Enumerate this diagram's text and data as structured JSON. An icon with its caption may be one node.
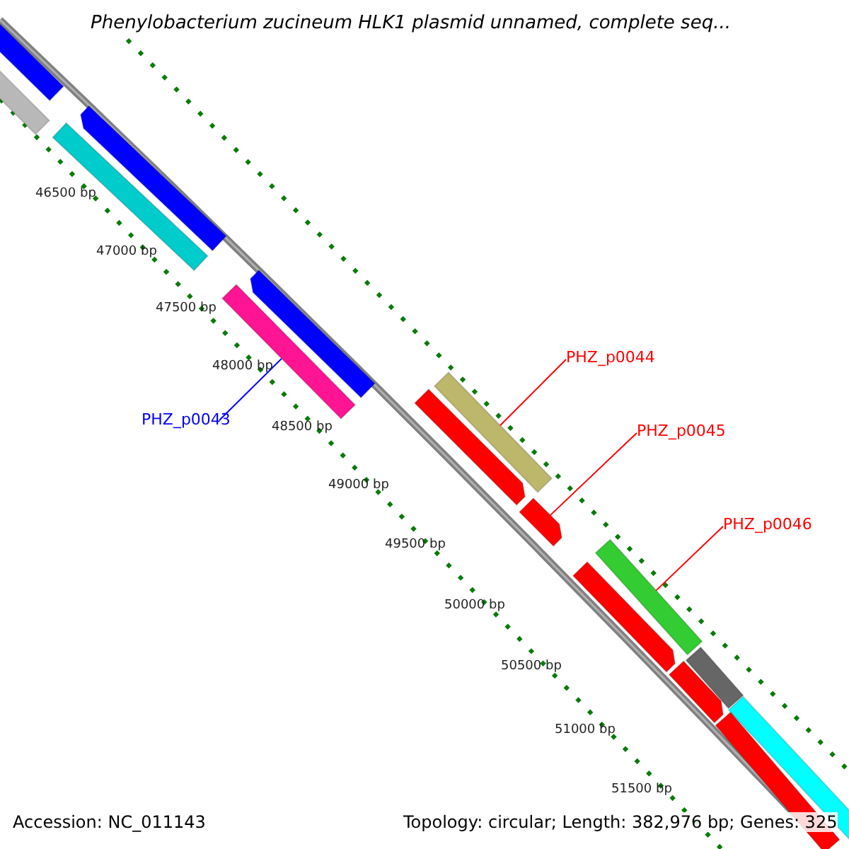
{
  "diagram": {
    "title": "Phenylobacterium zucineum HLK1 plasmid unnamed, complete seq...",
    "nodes": [
      {
        "text": [
          "PHZ_p0043"
        ]
      },
      {
        "text": [],
        "shape": "bar"
      },
      {
        "text": [
          "PHZ_p0044"
        ]
      },
      {
        "text": [],
        "shape": "bar"
      },
      {
        "text": [
          "PHZ_p0045"
        ]
      },
      {
        "text": [],
        "shape": "arrow"
      },
      {
        "text": [
          "PHZ_p0046"
        ]
      },
      {
        "text": [],
        "shape": "bar"
      },
      {
        "text": [],
        "shape": "bar"
      },
      {
        "text": [],
        "shape": "bar"
      },
      {
        "text": [],
        "shape": "arrow"
      },
      {
        "text": [],
        "shape": "bar"
      },
      {
        "text": [],
        "shape": "arrow"
      },
      {
        "text": [],
        "shape": "arrow"
      },
      {
        "text": [],
        "shape": "arrow"
      },
      {
        "text": [],
        "shape": "bar"
      },
      {
        "text": [],
        "shape": "arrow"
      },
      {
        "text": [],
        "shape": "bar"
      },
      {
        "text": [],
        "shape": "bar"
      }
    ],
    "edges": [
      {
        "from": 0,
        "to": 1,
        "arrow": "none",
        "color": "#0000ff"
      },
      {
        "from": 2,
        "to": 3,
        "arrow": "none"
      },
      {
        "from": 4,
        "to": 5,
        "arrow": "none"
      },
      {
        "from": 6,
        "to": 7,
        "arrow": "none"
      }
    ],
    "labels": [
      "46500 bp",
      "47000 bp",
      "47500 bp",
      "48000 bp",
      "48500 bp",
      "49000 bp",
      "49500 bp",
      "50000 bp",
      "50500 bp",
      "51000 bp",
      "51500 bp",
      "Accession: NC_011143",
      "Topology: circular; Length: 382,976 bp; Genes: 325"
    ]
  }
}
